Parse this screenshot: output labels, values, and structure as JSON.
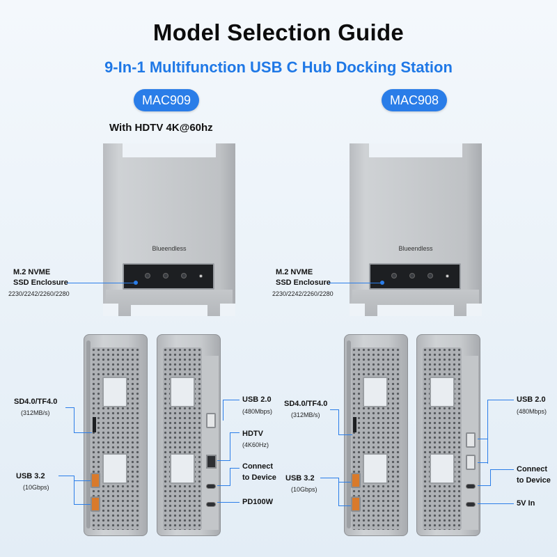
{
  "header": {
    "title": "Model Selection Guide",
    "subtitle": "9-In-1 Multifunction USB C Hub Docking Station"
  },
  "models": [
    {
      "badge": "MAC909",
      "note": "With HDTV 4K@60hz",
      "brand": "Blueendless",
      "enclosure_label_1": "M.2 NVME",
      "enclosure_label_2": "SSD Enclosure",
      "enclosure_sizes": "2230/2242/2260/2280",
      "left_ports": [
        {
          "name": "SD4.0/TF4.0",
          "detail": "(312MB/s)"
        },
        {
          "name": "USB 3.2",
          "detail": "(10Gbps)"
        }
      ],
      "right_ports": [
        {
          "name": "USB 2.0",
          "detail": "(480Mbps)"
        },
        {
          "name": "HDTV",
          "detail": "(4K60Hz)"
        },
        {
          "name": "Connect to Device",
          "name_line1": "Connect",
          "name_line2": "to Device"
        },
        {
          "name": "PD100W"
        }
      ]
    },
    {
      "badge": "MAC908",
      "brand": "Blueendless",
      "enclosure_label_1": "M.2 NVME",
      "enclosure_label_2": "SSD Enclosure",
      "enclosure_sizes": "2230/2242/2260/2280",
      "left_ports": [
        {
          "name": "SD4.0/TF4.0",
          "detail": "(312MB/s)"
        },
        {
          "name": "USB 3.2",
          "detail": "(10Gbps)"
        }
      ],
      "right_ports": [
        {
          "name": "USB 2.0",
          "detail": "(480Mbps)"
        },
        {
          "name": "Connect to Device",
          "name_line1": "Connect",
          "name_line2": "to Device"
        },
        {
          "name": "5V In"
        }
      ]
    }
  ],
  "colors": {
    "accent": "#2a7de8",
    "title": "#0c0c0c",
    "subtitle": "#1f78e6",
    "usb32_port": "#d97a2b"
  }
}
